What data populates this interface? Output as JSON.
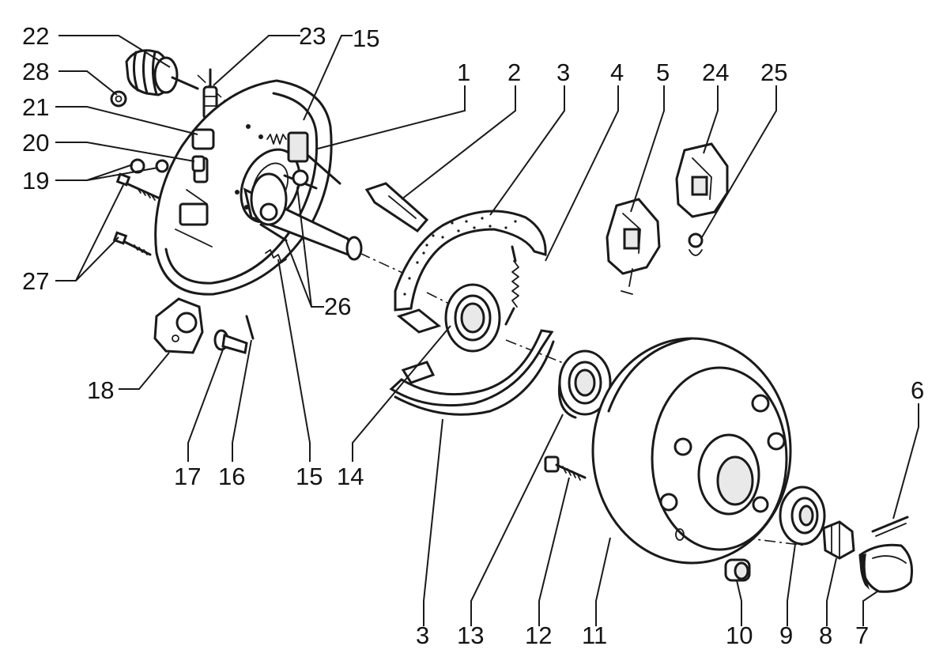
{
  "diagram": {
    "callouts": {
      "c1": "1",
      "c2": "2",
      "c3_top": "3",
      "c3_bottom": "3",
      "c4": "4",
      "c5": "5",
      "c6": "6",
      "c7": "7",
      "c8": "8",
      "c9": "9",
      "c10": "10",
      "c11": "11",
      "c12": "12",
      "c13": "13",
      "c14": "14",
      "c15_top": "15",
      "c15_bottom": "15",
      "c16": "16",
      "c17": "17",
      "c18": "18",
      "c19": "19",
      "c20": "20",
      "c21": "21",
      "c22": "22",
      "c23": "23",
      "c24": "24",
      "c25": "25",
      "c26": "26",
      "c27": "27",
      "c28": "28"
    }
  }
}
